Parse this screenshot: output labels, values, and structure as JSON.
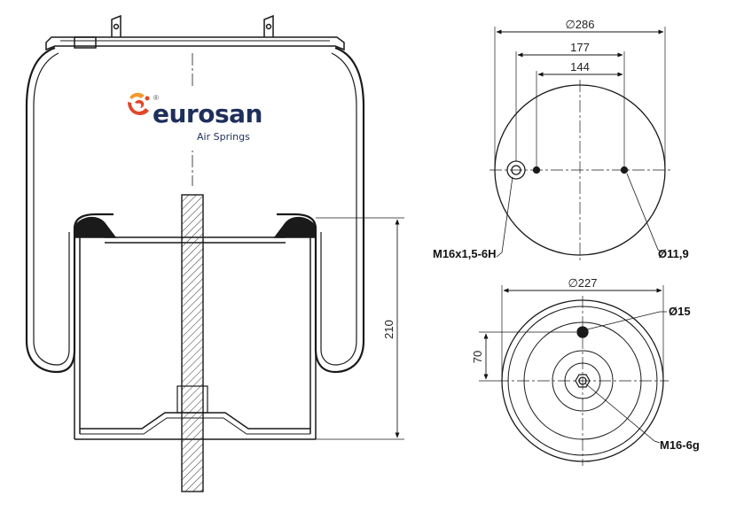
{
  "logo": {
    "brand": "eurosan",
    "registered": "®",
    "tagline": "Air Springs",
    "colors": {
      "brand_text": "#1f2f5c",
      "mark_primary": "#e0472a",
      "mark_secondary": "#f29a2e"
    }
  },
  "side_view": {
    "height_label": "210"
  },
  "top_view": {
    "outer_diameter": "∅286",
    "bolt_span_outer": "177",
    "bolt_span_inner": "144",
    "thread_label": "M16x1,5-6H",
    "hole_label": "Ø11,9"
  },
  "bottom_view": {
    "outer_diameter": "∅227",
    "pin_label": "Ø15",
    "offset_label": "70",
    "stud_label": "M16-6g"
  },
  "colors": {
    "line": "#1a1a1a",
    "hatch": "#333333",
    "background": "#ffffff"
  }
}
